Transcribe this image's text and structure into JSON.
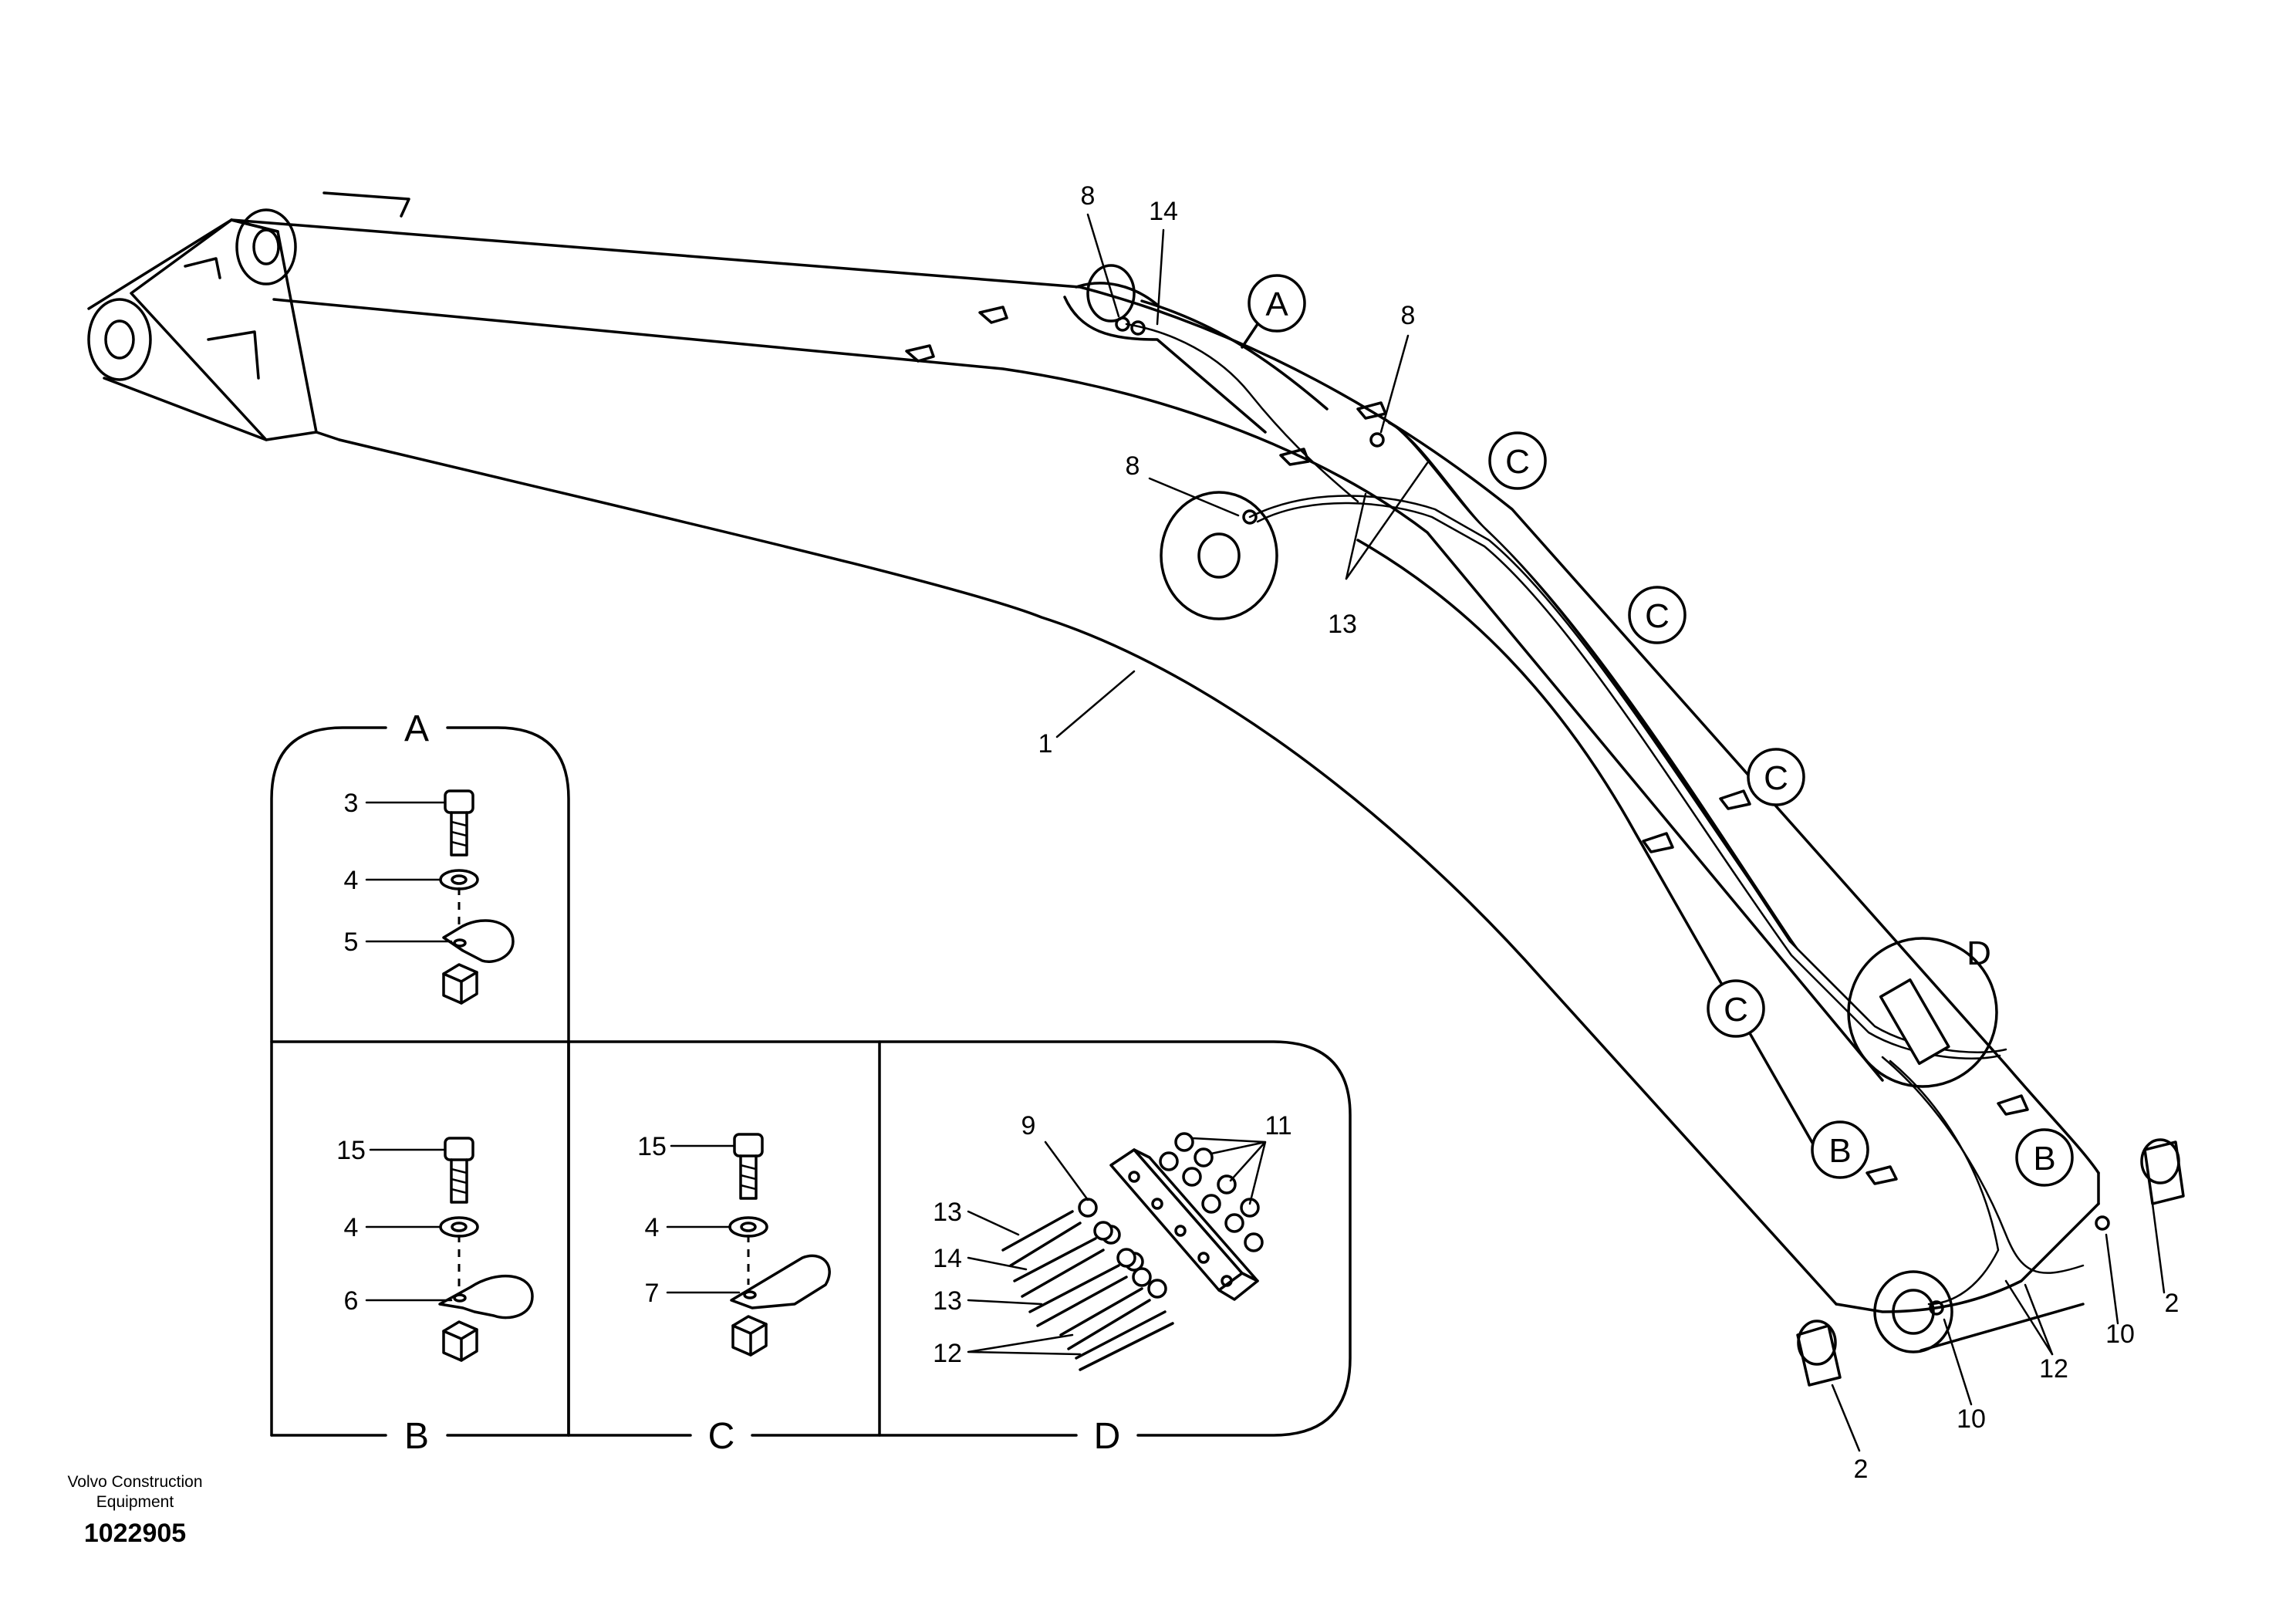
{
  "callouts": {
    "main": [
      {
        "id": "c-a",
        "letter": "A"
      },
      {
        "id": "c-c1",
        "letter": "C"
      },
      {
        "id": "c-c2",
        "letter": "C"
      },
      {
        "id": "c-c3",
        "letter": "C"
      },
      {
        "id": "c-c4",
        "letter": "C"
      },
      {
        "id": "c-b1",
        "letter": "B"
      },
      {
        "id": "c-b2",
        "letter": "B"
      },
      {
        "id": "c-d",
        "letter": "D"
      }
    ]
  },
  "part_labels": {
    "main": [
      "8",
      "14",
      "8",
      "8",
      "13",
      "1",
      "2",
      "2",
      "10",
      "10",
      "12"
    ],
    "detail_a": [
      "3",
      "4",
      "5"
    ],
    "detail_b": [
      "15",
      "4",
      "6"
    ],
    "detail_c": [
      "15",
      "4",
      "7"
    ],
    "detail_d": [
      "9",
      "11",
      "13",
      "14",
      "13",
      "12"
    ]
  },
  "detail_titles": {
    "a": "A",
    "b": "B",
    "c": "C",
    "d": "D"
  },
  "footer": {
    "company_line1": "Volvo Construction",
    "company_line2": "Equipment",
    "drawing_number": "1022905"
  }
}
